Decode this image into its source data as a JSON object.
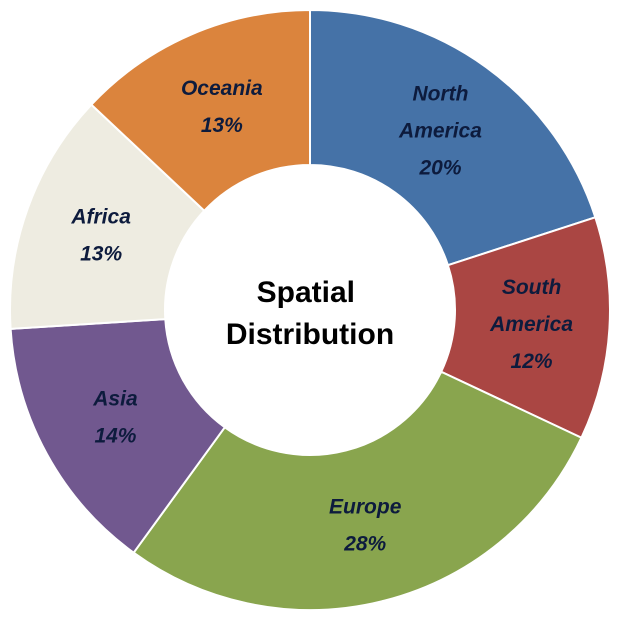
{
  "chart_data": {
    "type": "pie",
    "title": "Spatial Distribution",
    "categories": [
      "North America",
      "South America",
      "Europe",
      "Asia",
      "Africa",
      "Oceania"
    ],
    "values": [
      20,
      12,
      28,
      14,
      13,
      13
    ],
    "value_labels": [
      "20%",
      "12%",
      "28%",
      "14%",
      "13%",
      "13%"
    ],
    "colors": [
      "#4572a7",
      "#aa4643",
      "#89a54e",
      "#71588f",
      "#eeece1",
      "#db843d"
    ],
    "label_lines": [
      [
        "North",
        "America",
        "20%"
      ],
      [
        "South",
        "America",
        "12%"
      ],
      [
        "Europe",
        "28%"
      ],
      [
        "Asia",
        "14%"
      ],
      [
        "Africa",
        "13%"
      ],
      [
        "Oceania",
        "13%"
      ]
    ],
    "center_lines": [
      "Spatial",
      "Distribution"
    ]
  }
}
